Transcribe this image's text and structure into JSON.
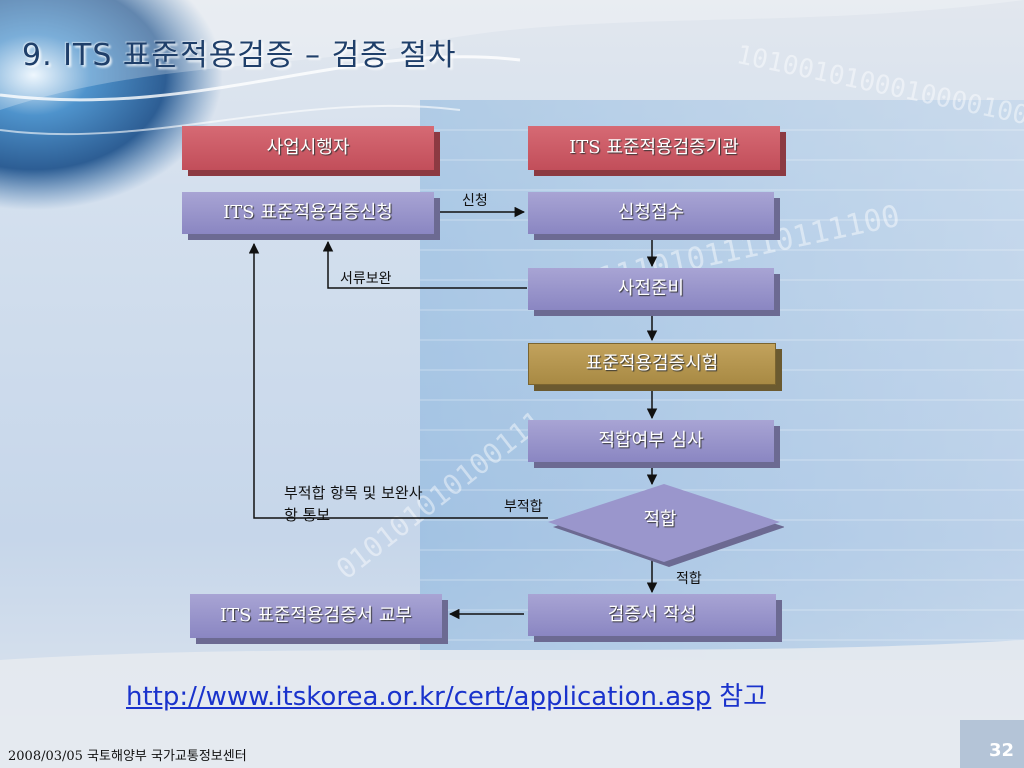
{
  "slide": {
    "title": "9. ITS 표준적용검증 – 검증 절차",
    "footer": "2008/03/05 국토해양부 국가교통정보센터",
    "page_number": "32",
    "link_url": "http://www.itskorea.or.kr/cert/application.asp",
    "link_suffix": "참고"
  },
  "flow": {
    "header_applicant": "사업시행자",
    "header_agency": "ITS 표준적용검증기관",
    "apply": "ITS 표준적용검증신청",
    "receive": "신청접수",
    "prepare": "사전준비",
    "test": "표준적용검증시험",
    "review": "적합여부 심사",
    "decision": "적합",
    "issue_cert": "검증서 작성",
    "deliver_cert": "ITS 표준적용검증서 교부"
  },
  "labels": {
    "apply_arrow": "신청",
    "supplement": "서류보완",
    "fail_notice": "부적합 항목 및 보완사항 통보",
    "fail": "부적합",
    "pass": "적합"
  },
  "colors": {
    "box_purple": "#9a96cc",
    "box_red": "#c85a64",
    "box_gold": "#b4964e",
    "link": "#1a33cc"
  }
}
